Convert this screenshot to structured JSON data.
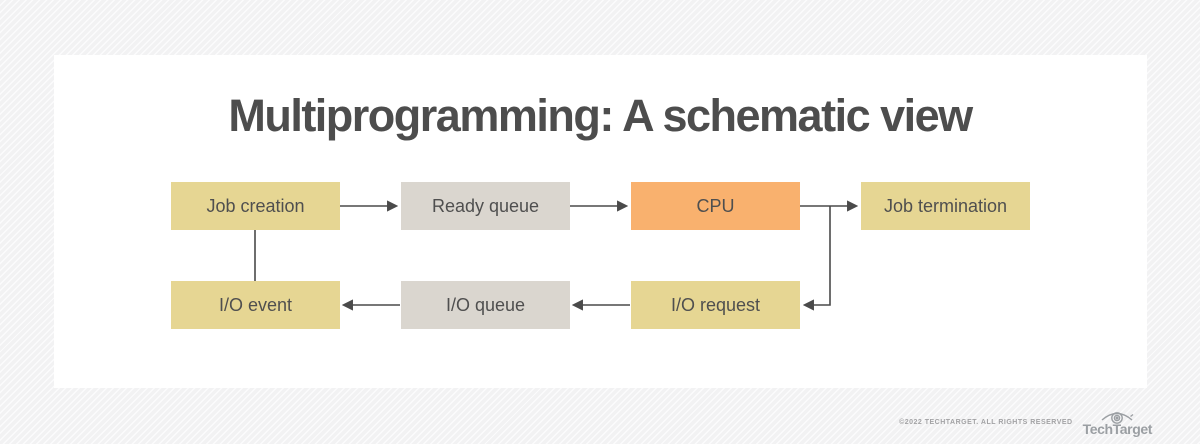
{
  "title": "Multiprogramming: A schematic view",
  "diagram": {
    "nodes": [
      {
        "id": "job-creation",
        "label": "Job creation",
        "fill": "#e6d693"
      },
      {
        "id": "ready-queue",
        "label": "Ready queue",
        "fill": "#dad6cf"
      },
      {
        "id": "cpu",
        "label": "CPU",
        "fill": "#f9b16e"
      },
      {
        "id": "job-termination",
        "label": "Job termination",
        "fill": "#e6d693"
      },
      {
        "id": "io-event",
        "label": "I/O event",
        "fill": "#e6d693"
      },
      {
        "id": "io-queue",
        "label": "I/O queue",
        "fill": "#dad6cf"
      },
      {
        "id": "io-request",
        "label": "I/O request",
        "fill": "#e6d693"
      }
    ],
    "edges": [
      {
        "from": "Job creation",
        "to": "Ready queue",
        "arrow": true
      },
      {
        "from": "Ready queue",
        "to": "CPU",
        "arrow": true
      },
      {
        "from": "CPU",
        "to": "Job termination",
        "arrow": true
      },
      {
        "from": "CPU",
        "to": "I/O request",
        "arrow": true
      },
      {
        "from": "I/O request",
        "to": "I/O queue",
        "arrow": true
      },
      {
        "from": "I/O queue",
        "to": "I/O event",
        "arrow": true
      },
      {
        "from": "Job creation",
        "to": "I/O event",
        "arrow": false
      }
    ]
  },
  "footer": {
    "copyright": "©2022 TECHTARGET. ALL RIGHTS RESERVED",
    "brand": "TechTarget",
    "logo": "techtarget-eye-logo"
  },
  "colors": {
    "background_stripe": "#f2f2f3",
    "card": "#ffffff",
    "title_text": "#4d4d4d",
    "node_tan": "#e6d693",
    "node_gray": "#dad6cf",
    "node_orange": "#f9b16e",
    "connector": "#4a4a4a",
    "footer_text": "#9b9fa3"
  }
}
